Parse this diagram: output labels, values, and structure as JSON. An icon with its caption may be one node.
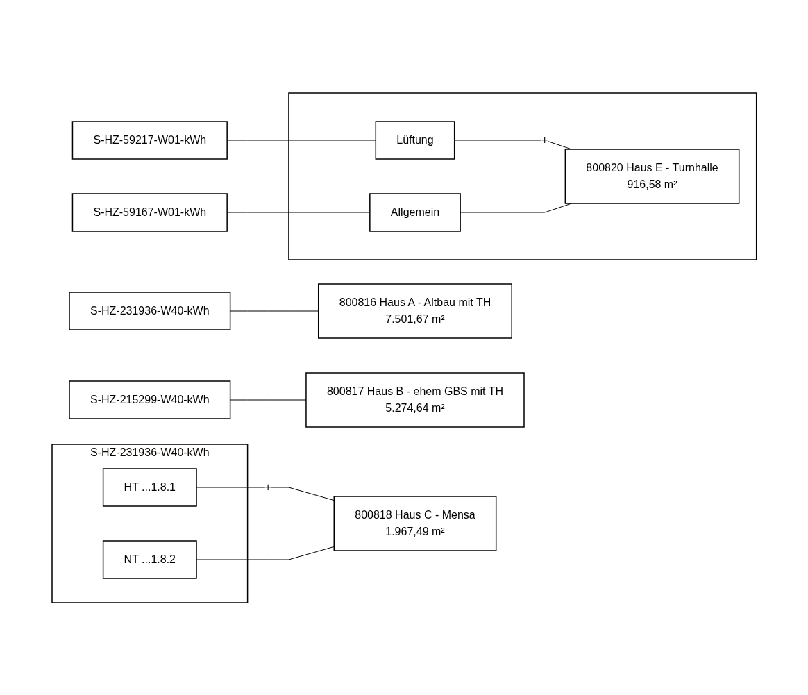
{
  "diagram": {
    "nodes": [
      {
        "text": [
          "S-HZ-231936-W40-kWh"
        ]
      },
      {
        "text": [
          "800816 Haus A - Altbau mit TH",
          "7.501,67 m²"
        ]
      },
      {
        "text": [
          "S-HZ-215299-W40-kWh"
        ]
      },
      {
        "text": [
          "800817 Haus B - ehem GBS mit TH",
          "5.274,64 m²"
        ]
      },
      {
        "text": [
          "S-HZ-231936-W40-kWh"
        ]
      },
      {
        "text": [
          "HT ...1.8.1"
        ],
        "in": 4
      },
      {
        "text": [
          "NT ...1.8.2"
        ],
        "in": 4
      },
      {
        "text": [
          "800818 Haus C - Mensa",
          "1.967,49 m²"
        ]
      },
      {
        "text": [
          "S-HZ-59217-W01-kWh"
        ]
      },
      {
        "text": [
          "S-HZ-59167-W01-kWh"
        ]
      },
      {
        "text": [],
        "shape": "box"
      },
      {
        "text": [
          "Lüftung"
        ],
        "in": 10
      },
      {
        "text": [
          "Allgemein"
        ],
        "in": 10
      },
      {
        "text": [
          "800820 Haus E - Turnhalle",
          "916,58 m²"
        ],
        "in": 10
      }
    ],
    "edges": [
      {
        "from": 0,
        "to": 1,
        "arrow": "none"
      },
      {
        "from": 2,
        "to": 3,
        "arrow": "none"
      },
      {
        "from": 5,
        "to": 7,
        "arrow": "none",
        "label": "+"
      },
      {
        "from": 6,
        "to": 7,
        "arrow": "none"
      },
      {
        "from": 8,
        "to": 11,
        "arrow": "none"
      },
      {
        "from": 9,
        "to": 12,
        "arrow": "none"
      },
      {
        "from": 11,
        "to": 13,
        "arrow": "none",
        "label": "+"
      },
      {
        "from": 12,
        "to": 13,
        "arrow": "none"
      }
    ]
  }
}
